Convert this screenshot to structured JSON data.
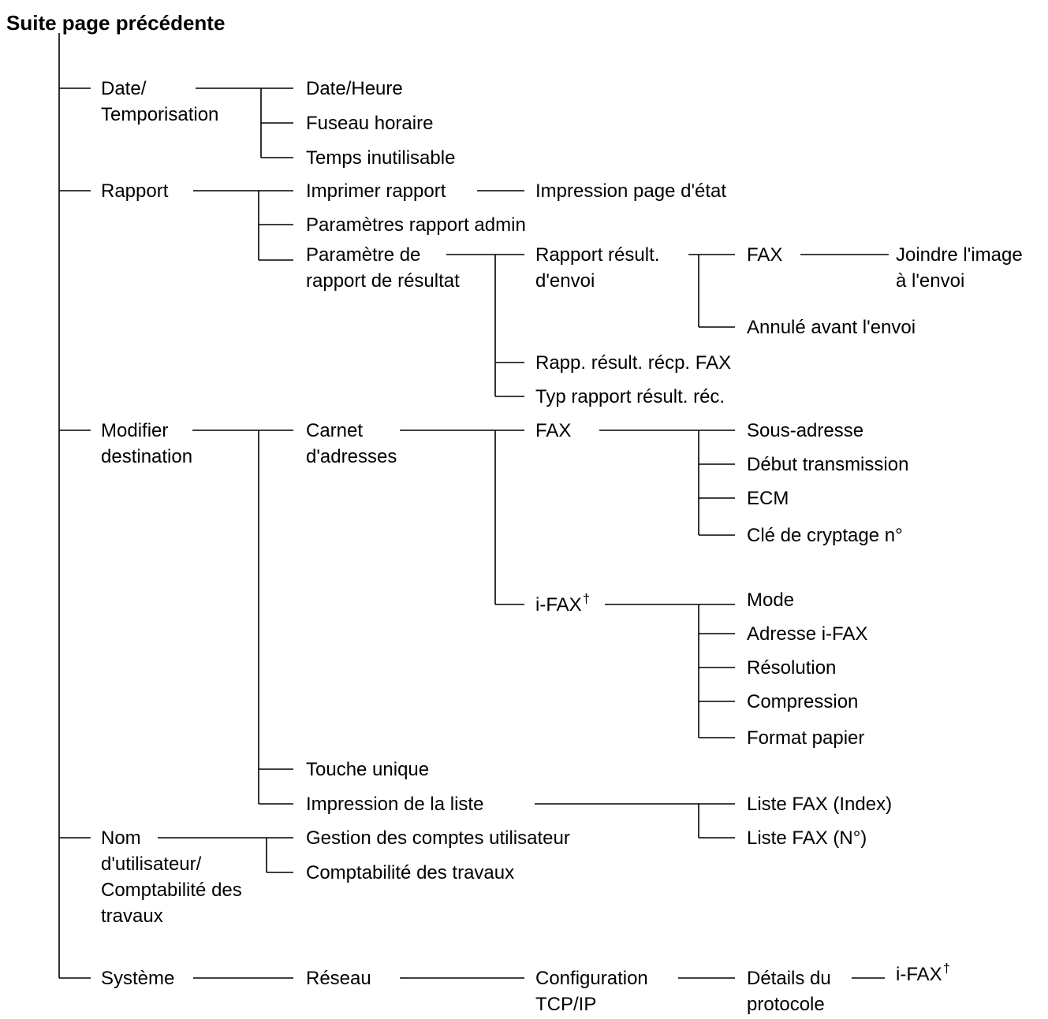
{
  "header": {
    "title": "Suite page précédente"
  },
  "nodes": {
    "date_temporisation": "Date/\nTemporisation",
    "date_heure": "Date/Heure",
    "fuseau_horaire": "Fuseau horaire",
    "temps_inutilisable": "Temps inutilisable",
    "rapport": "Rapport",
    "imprimer_rapport": "Imprimer rapport",
    "impression_page_etat": "Impression page d'état",
    "parametres_rapport_admin": "Paramètres rapport admin",
    "parametre_rapport_resultat": "Paramètre de\nrapport de résultat",
    "rapport_result_envoi": "Rapport résult.\nd'envoi",
    "fax_envoi": "FAX",
    "joindre_image": "Joindre l'image\nà l'envoi",
    "annule_avant_envoi": "Annulé avant l'envoi",
    "rapp_result_recp_fax": "Rapp. résult. récp. FAX",
    "typ_rapport_result_rec": "Typ rapport résult. réc.",
    "modifier_destination": "Modifier\ndestination",
    "carnet_adresses": "Carnet\nd'adresses",
    "fax_carnet": "FAX",
    "sous_adresse": "Sous-adresse",
    "debut_transmission": "Début transmission",
    "ecm": "ECM",
    "cle_cryptage": "Clé de cryptage n°",
    "ifax_carnet": "i-FAX",
    "mode": "Mode",
    "adresse_ifax": "Adresse i-FAX",
    "resolution": "Résolution",
    "compression": "Compression",
    "format_papier": "Format papier",
    "touche_unique": "Touche unique",
    "impression_liste": "Impression de la liste",
    "liste_fax_index": "Liste FAX (Index)",
    "liste_fax_no": "Liste FAX (N°)",
    "nom_utilisateur": "Nom\nd'utilisateur/\nComptabilité des\ntravaux",
    "gestion_comptes": "Gestion des comptes utilisateur",
    "comptabilite_travaux": "Comptabilité des travaux",
    "systeme": "Système",
    "reseau": "Réseau",
    "configuration_tcpip": "Configuration\nTCP/IP",
    "details_protocole": "Détails du\nprotocole",
    "ifax_protocole": "i-FAX"
  },
  "dagger": "†"
}
